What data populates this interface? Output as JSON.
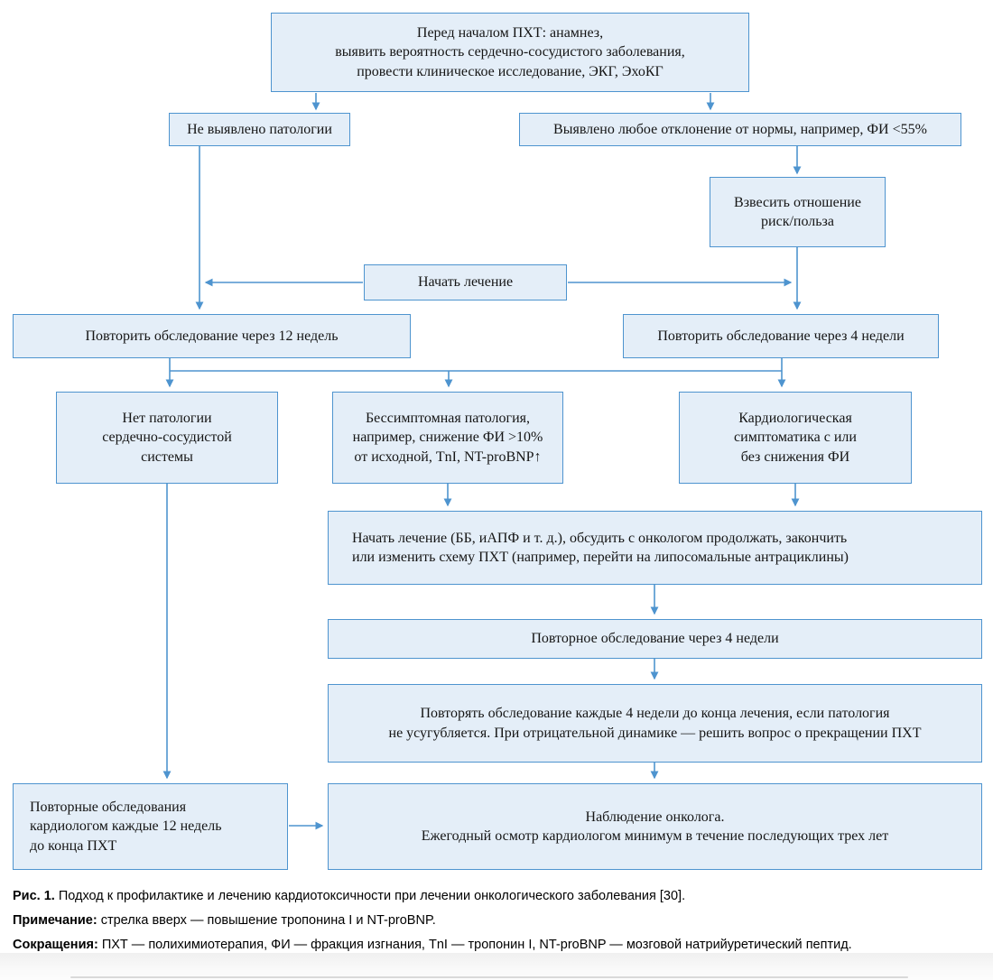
{
  "colors": {
    "box_fill": "#e4eef8",
    "box_border": "#4e94cf",
    "arrow": "#4e94cf"
  },
  "boxes": {
    "pre_chemo": "Перед началом ПХТ: анамнез,\nвыявить вероятность сердечно-сосудистого заболевания,\nпровести клиническое исследование, ЭКГ, ЭхоКГ",
    "no_pathology": "Не выявлено патологии",
    "deviation": "Выявлено любое отклонение от нормы, например, ФИ <55%",
    "risk_benefit": "Взвесить отношение\nриск/польза",
    "start_treatment": "Начать лечение",
    "recheck_12w": "Повторить обследование через 12 недель",
    "recheck_4w": "Повторить обследование через 4 недели",
    "no_cv_pathology": "Нет патологии\nсердечно-сосудистой\nсистемы",
    "asymptomatic": "Бессимптомная патология,\nнапример, снижение ФИ >10%\nот исходной, TnI, NT-proBNP↑",
    "cardiac_symptoms": "Кардиологическая\nсимптоматика с или\nбез снижения ФИ",
    "treat_discuss": "Начать лечение (ББ, иАПФ и т. д.), обсудить с онкологом продолжать, закончить\nили изменить схему ПХТ (например, перейти на липосомальные антрациклины)",
    "reexam_4w": "Повторное обследование через 4 недели",
    "repeat_every_4w": "Повторять обследование каждые 4 недели до конца лечения, если патология\nне усугубляется. При отрицательной динамике — решить вопрос о прекращении ПХТ",
    "cardiologist_12w": "Повторные обследования\nкардиологом каждые 12 недель\nдо конца ПХТ",
    "oncologist_followup": "Наблюдение онколога.\nЕжегодный осмотр кардиологом минимум в течение последующих трех лет"
  },
  "caption": {
    "fig_label": "Рис. 1.",
    "fig_text": "Подход к профилактике и лечению кардиотоксичности при лечении онкологического заболевания [30].",
    "note_label": "Примечание:",
    "note_text": "стрелка вверх — повышение тропонина I и NT-proBNP.",
    "abbr_label": "Сокращения:",
    "abbr_text": "ПХТ — полихимиотерапия, ФИ — фракция изгнания, TnI — тропонин I, NT-proBNP — мозговой натрийуретический пептид."
  }
}
